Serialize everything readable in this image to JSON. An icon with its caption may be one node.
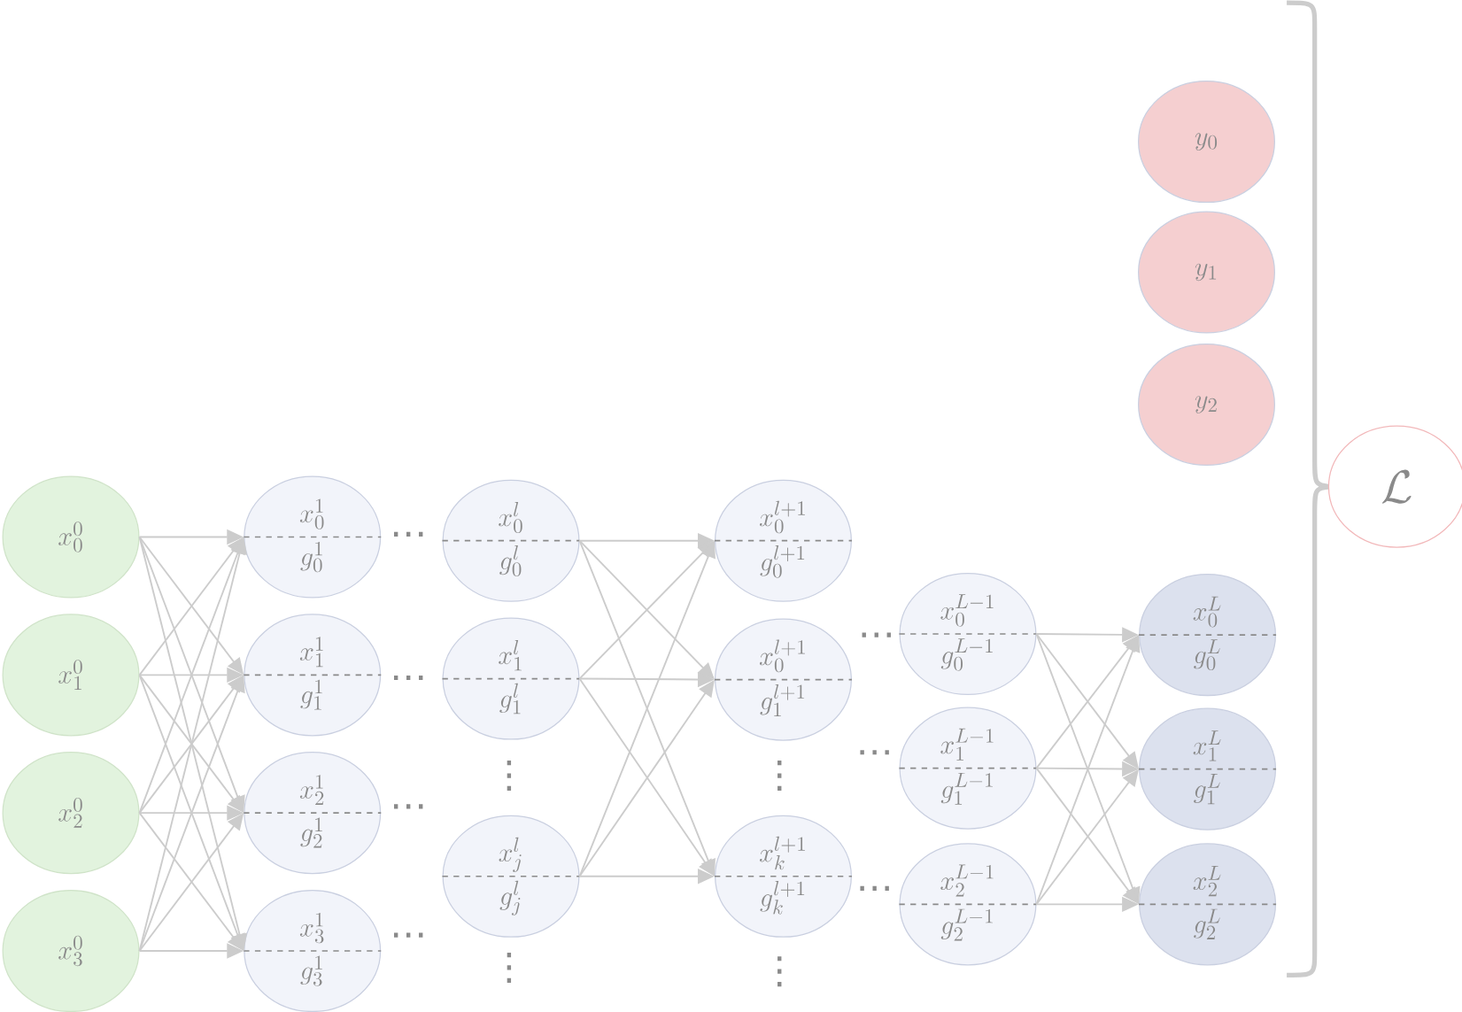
{
  "diagram": {
    "nodes": [
      {
        "text": [
          "x_0^0"
        ]
      },
      {
        "text": [
          "x_1^0"
        ]
      },
      {
        "text": [
          "x_2^0"
        ]
      },
      {
        "text": [
          "x_3^0"
        ]
      },
      {
        "text": [
          "x_0^1",
          "g_0^1"
        ]
      },
      {
        "text": [
          "x_1^1",
          "g_1^1"
        ]
      },
      {
        "text": [
          "x_2^1",
          "g_2^1"
        ]
      },
      {
        "text": [
          "x_3^1",
          "g_3^1"
        ]
      },
      {
        "text": [
          "x_0^l",
          "g_0^l"
        ]
      },
      {
        "text": [
          "x_1^l",
          "g_1^l"
        ]
      },
      {
        "text": [
          "x_j^l",
          "g_j^l"
        ]
      },
      {
        "text": [
          "x_0^{l+1}",
          "g_0^{l+1}"
        ]
      },
      {
        "text": [
          "x_0^{l+1}",
          "g_1^{l+1}"
        ]
      },
      {
        "text": [
          "x_k^{l+1}",
          "g_k^{l+1}"
        ]
      },
      {
        "text": [
          "x_0^{L-1}",
          "g_0^{L-1}"
        ]
      },
      {
        "text": [
          "x_1^{L-1}",
          "g_1^{L-1}"
        ]
      },
      {
        "text": [
          "x_2^{L-1}",
          "g_2^{L-1}"
        ]
      },
      {
        "text": [
          "x_0^L",
          "g_0^L"
        ]
      },
      {
        "text": [
          "x_1^L",
          "g_1^L"
        ]
      },
      {
        "text": [
          "x_2^L",
          "g_2^L"
        ]
      },
      {
        "text": [
          "y_0"
        ]
      },
      {
        "text": [
          "y_1"
        ]
      },
      {
        "text": [
          "y_2"
        ]
      },
      {
        "text": [
          "\\mathcal{L}"
        ]
      }
    ],
    "edges": [
      {
        "from": 0,
        "to": 4,
        "arrow": "to"
      },
      {
        "from": 0,
        "to": 5,
        "arrow": "to"
      },
      {
        "from": 0,
        "to": 6,
        "arrow": "to"
      },
      {
        "from": 0,
        "to": 7,
        "arrow": "to"
      },
      {
        "from": 1,
        "to": 4,
        "arrow": "to"
      },
      {
        "from": 1,
        "to": 5,
        "arrow": "to"
      },
      {
        "from": 1,
        "to": 6,
        "arrow": "to"
      },
      {
        "from": 1,
        "to": 7,
        "arrow": "to"
      },
      {
        "from": 2,
        "to": 4,
        "arrow": "to"
      },
      {
        "from": 2,
        "to": 5,
        "arrow": "to"
      },
      {
        "from": 2,
        "to": 6,
        "arrow": "to"
      },
      {
        "from": 2,
        "to": 7,
        "arrow": "to"
      },
      {
        "from": 3,
        "to": 4,
        "arrow": "to"
      },
      {
        "from": 3,
        "to": 5,
        "arrow": "to"
      },
      {
        "from": 3,
        "to": 6,
        "arrow": "to"
      },
      {
        "from": 3,
        "to": 7,
        "arrow": "to"
      },
      {
        "from": 8,
        "to": 11,
        "arrow": "to"
      },
      {
        "from": 8,
        "to": 12,
        "arrow": "to"
      },
      {
        "from": 8,
        "to": 13,
        "arrow": "to"
      },
      {
        "from": 9,
        "to": 11,
        "arrow": "to"
      },
      {
        "from": 9,
        "to": 12,
        "arrow": "to"
      },
      {
        "from": 9,
        "to": 13,
        "arrow": "to"
      },
      {
        "from": 10,
        "to": 11,
        "arrow": "to"
      },
      {
        "from": 10,
        "to": 12,
        "arrow": "to"
      },
      {
        "from": 10,
        "to": 13,
        "arrow": "to"
      },
      {
        "from": 14,
        "to": 17,
        "arrow": "to"
      },
      {
        "from": 14,
        "to": 18,
        "arrow": "to"
      },
      {
        "from": 14,
        "to": 19,
        "arrow": "to"
      },
      {
        "from": 15,
        "to": 17,
        "arrow": "to"
      },
      {
        "from": 15,
        "to": 18,
        "arrow": "to"
      },
      {
        "from": 15,
        "to": 19,
        "arrow": "to"
      },
      {
        "from": 16,
        "to": 17,
        "arrow": "to"
      },
      {
        "from": 16,
        "to": 18,
        "arrow": "to"
      },
      {
        "from": 16,
        "to": 19,
        "arrow": "to"
      }
    ],
    "labels": [
      "⋯",
      "⋯",
      "⋯",
      "⋯",
      "⋯",
      "⋯",
      "⋯",
      "⋮",
      "⋮",
      "⋮",
      "⋮"
    ]
  }
}
